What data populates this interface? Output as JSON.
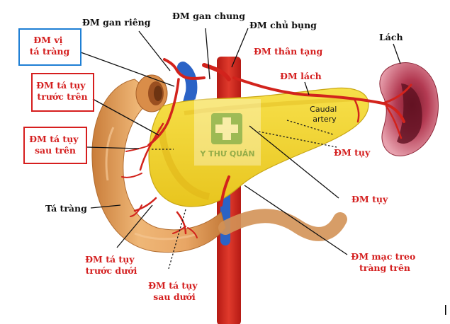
{
  "labels": {
    "dm_gan_rieng": "ĐM gan riêng",
    "dm_gan_chung": "ĐM gan chung",
    "dm_chu_bung": "ĐM chủ bụng",
    "lach": "Lách",
    "dm_vi_ta_trang_1": "ĐM vị",
    "dm_vi_ta_trang_2": "tá tràng",
    "dm_than_tang": "ĐM thân tạng",
    "dm_ta_tuy_truoc_tren_1": "ĐM tá tụy",
    "dm_ta_tuy_truoc_tren_2": "trước trên",
    "dm_lach": "ĐM lách",
    "caudal_artery_1": "Caudal",
    "caudal_artery_2": "artery",
    "dm_ta_tuy_sau_tren_1": "ĐM tá tụy",
    "dm_ta_tuy_sau_tren_2": "sau trên",
    "dm_tuy_1": "ĐM tụy",
    "ta_trang": "Tá tràng",
    "dm_tuy_2": "ĐM tụy",
    "dm_mac_treo_1": "ĐM mạc treo",
    "dm_mac_treo_2": "tràng trên",
    "dm_ta_tuy_truoc_duoi_1": "ĐM tá tụy",
    "dm_ta_tuy_truoc_duoi_2": "trước dưới",
    "dm_ta_tuy_sau_duoi_1": "ĐM tá tụy",
    "dm_ta_tuy_sau_duoi_2": "sau dưới",
    "watermark": "Y THƯ QUÁN"
  },
  "colors": {
    "highlight_red": "#d61e1e",
    "highlight_blue": "#1e7fd4",
    "pancreas": "#f2d52a",
    "duodenum": "#e3a35f",
    "artery": "#d2231c",
    "vein": "#2b63c6",
    "spleen": "#b0394e"
  }
}
